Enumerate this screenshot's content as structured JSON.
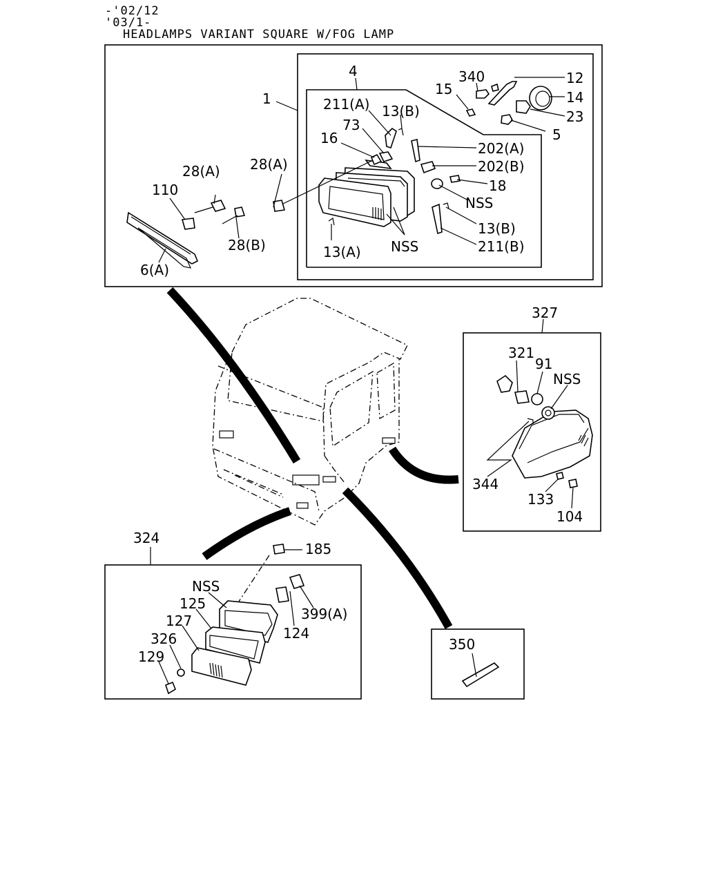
{
  "header": {
    "line1": "-'02/12",
    "line2": "'03/1-",
    "title": "HEADLAMPS VARIANT SQUARE W/FOG LAMP"
  },
  "callouts": {
    "c1": "1",
    "c4": "4",
    "c211a": "211(A)",
    "c13b_top": "13(B)",
    "c73": "73",
    "c16": "16",
    "c28a_mid": "28(A)",
    "c28a_left": "28(A)",
    "c110": "110",
    "c28b": "28(B)",
    "c6a": "6(A)",
    "c13a": "13(A)",
    "c_nss_head": "NSS",
    "c340": "340",
    "c15": "15",
    "c12": "12",
    "c14": "14",
    "c23": "23",
    "c5": "5",
    "c202a": "202(A)",
    "c202b": "202(B)",
    "c18": "18",
    "c_nss_r": "NSS",
    "c13b_low": "13(B)",
    "c211b": "211(B)",
    "c327": "327",
    "c321": "321",
    "c91": "91",
    "c_nss_side": "NSS",
    "c344": "344",
    "c133": "133",
    "c104": "104",
    "c324": "324",
    "c185": "185",
    "c_nss_fog": "NSS",
    "c125": "125",
    "c127": "127",
    "c326": "326",
    "c129": "129",
    "c399a": "399(A)",
    "c124": "124",
    "c350": "350"
  }
}
